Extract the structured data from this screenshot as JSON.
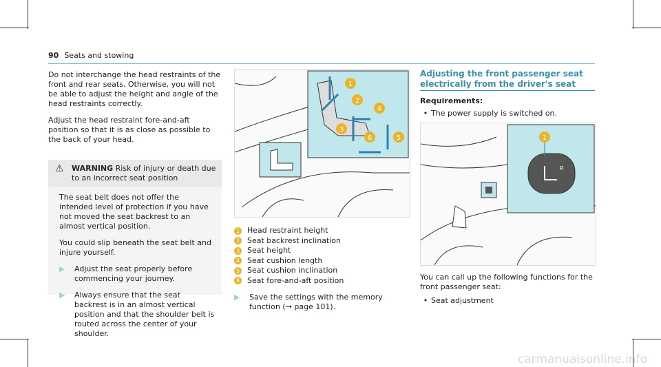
{
  "header": {
    "page_number": "90",
    "section": "Seats and stowing"
  },
  "col1": {
    "para1": "Do not interchange the head restraints of the front and rear seats. Otherwise, you will not be able to adjust the height and angle of the head restraints correctly.",
    "para2": "Adjust the head restraint fore-and-aft position so that it is as close as possible to the back of your head."
  },
  "warning": {
    "label": "WARNING",
    "title": "Risk of injury or death due to an incorrect seat position",
    "body1": "The seat belt does not offer the intended level of protection if you have not moved the seat backrest to an almost vertical position.",
    "body2": "You could slip beneath the seat belt and injure yourself.",
    "step1": "Adjust the seat properly before commencing your journey.",
    "step2": "Always ensure that the seat backrest is in an almost vertical position and that the shoulder belt is routed across the center of your shoulder."
  },
  "legend": [
    {
      "num": "1",
      "text": "Head restraint height"
    },
    {
      "num": "2",
      "text": "Seat backrest inclination"
    },
    {
      "num": "3",
      "text": "Seat height"
    },
    {
      "num": "4",
      "text": "Seat cushion length"
    },
    {
      "num": "5",
      "text": "Seat cushion inclination"
    },
    {
      "num": "6",
      "text": "Seat fore-and-aft position"
    }
  ],
  "save_step": "Save the settings with the memory function (→ page 101).",
  "col3": {
    "title": "Adjusting the front passenger seat electrically from the driver's seat",
    "req_label": "Requirements:",
    "req_item": "The power supply is switched on.",
    "intro": "You can call up the following functions for the front passenger seat:",
    "bullet": "Seat adjustment",
    "button_glyph": "R"
  },
  "watermark": "carmanualsonline.info",
  "colors": {
    "accent": "#3c8fae",
    "callout": "#e9b42b",
    "fig_highlight": "#bfe7ec",
    "arrow": "#2e7fb0"
  }
}
